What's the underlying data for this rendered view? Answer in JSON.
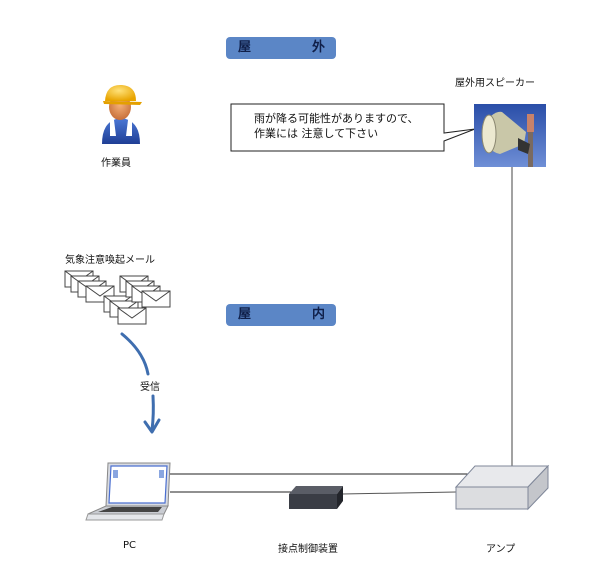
{
  "zones": {
    "outdoor": {
      "left_char": "屋",
      "right_char": "外"
    },
    "indoor": {
      "left_char": "屋",
      "right_char": "内"
    }
  },
  "nodes": {
    "worker": {
      "label": "作業員",
      "icon": "worker-icon"
    },
    "speaker": {
      "label": "屋外用スピーカー",
      "icon": "speaker-icon"
    },
    "mail": {
      "label": "気象注意喚起メール",
      "icon": "envelope-stack-icon"
    },
    "pc": {
      "label": "PC",
      "icon": "laptop-icon"
    },
    "controller": {
      "label": "接点制御装置",
      "icon": "contact-controller-icon"
    },
    "amp": {
      "label": "アンプ",
      "icon": "amplifier-icon"
    }
  },
  "speech_bubble": {
    "line1": "雨が降る可能性がありますので、",
    "line2": "作業には 注意して下さい"
  },
  "arrow": {
    "label": "受信"
  },
  "colors": {
    "zone_fill": "#5b86c6",
    "zone_text": "#10204a",
    "arrow": "#3f6eaf",
    "line": "#333333"
  }
}
